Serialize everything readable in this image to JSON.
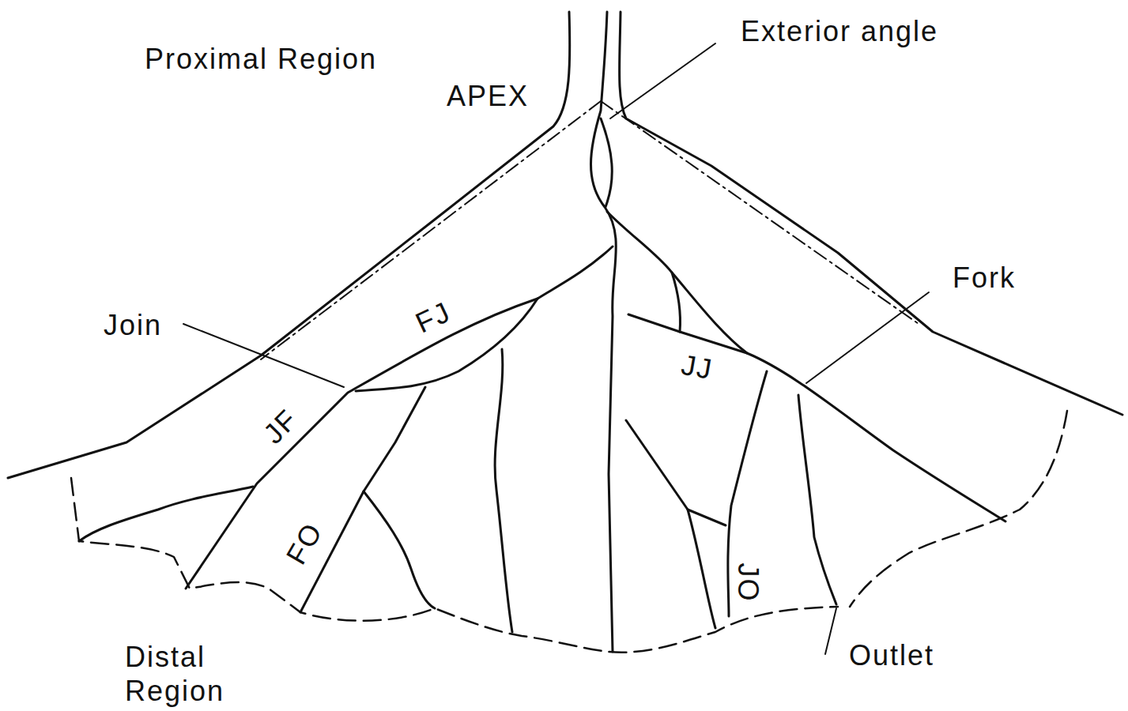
{
  "diagram": {
    "labels": [
      "Proximal Region",
      "APEX",
      "Exterior angle",
      "Fork",
      "Join",
      "FJ",
      "JF",
      "JJ",
      "FO",
      "JO",
      "Outlet",
      "Distal Region"
    ]
  }
}
